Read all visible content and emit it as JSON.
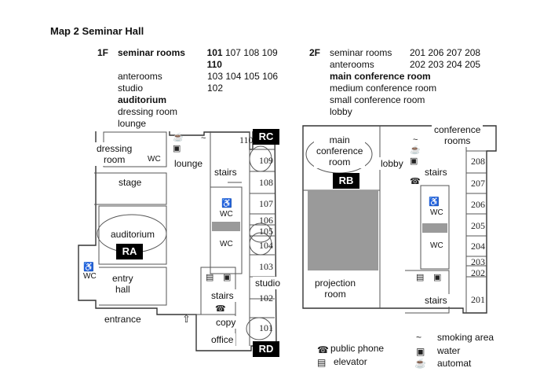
{
  "title": "Map 2   Seminar Hall",
  "floor1": {
    "level": "1F",
    "rows": [
      {
        "label": "seminar rooms",
        "label_bold": true,
        "rooms": [
          "101",
          "107",
          "108",
          "109",
          "110"
        ],
        "bold_rooms": [
          "101",
          "110"
        ]
      },
      {
        "label": "anterooms",
        "label_bold": false,
        "rooms": [
          "103",
          "104",
          "105",
          "106"
        ],
        "bold_rooms": []
      },
      {
        "label": "studio",
        "label_bold": false,
        "rooms": [
          "102"
        ],
        "bold_rooms": []
      },
      {
        "label": "auditorium",
        "label_bold": true,
        "rooms": [],
        "bold_rooms": []
      },
      {
        "label": "dressing room",
        "label_bold": false,
        "rooms": [],
        "bold_rooms": []
      },
      {
        "label": "lounge",
        "label_bold": false,
        "rooms": [],
        "bold_rooms": []
      }
    ]
  },
  "floor2": {
    "level": "2F",
    "rows": [
      {
        "label": "seminar rooms",
        "label_bold": false,
        "rooms": [
          "201",
          "206",
          "207",
          "208"
        ],
        "bold_rooms": []
      },
      {
        "label": "anterooms",
        "label_bold": false,
        "rooms": [
          "202",
          "203",
          "204",
          "205"
        ],
        "bold_rooms": []
      },
      {
        "label": "main conference room",
        "label_bold": true,
        "rooms": [],
        "bold_rooms": []
      },
      {
        "label": "medium conference room",
        "label_bold": false,
        "rooms": [],
        "bold_rooms": []
      },
      {
        "label": "small conference room",
        "label_bold": false,
        "rooms": [],
        "bold_rooms": []
      },
      {
        "label": "lobby",
        "label_bold": false,
        "rooms": [],
        "bold_rooms": []
      }
    ]
  },
  "map1": {
    "labels": {
      "dressing_room": "dressing\nroom",
      "stage": "stage",
      "lounge": "lounge",
      "stairs_top": "stairs",
      "auditorium": "auditorium",
      "entry_hall": "entry\nhall",
      "entrance": "entrance",
      "stairs_bottom": "stairs",
      "copy": "copy",
      "office": "office",
      "studio": "studio",
      "wc1": "WC",
      "wc2": "WC",
      "wc3": "WC",
      "wc4": "WC"
    },
    "room_numbers": [
      "110",
      "109",
      "108",
      "107",
      "106",
      "105",
      "104",
      "103",
      "102",
      "101"
    ],
    "tags": {
      "rc": "RC",
      "ra": "RA",
      "rd": "RD"
    }
  },
  "map2": {
    "labels": {
      "main_conference_room": "main\nconference\nroom",
      "lobby": "lobby",
      "conference_rooms": "conference\nrooms",
      "stairs_top": "stairs",
      "projection_room": "projection\nroom",
      "stairs_bottom": "stairs",
      "wc1": "WC",
      "wc2": "WC"
    },
    "room_numbers": [
      "208",
      "207",
      "206",
      "205",
      "204",
      "203",
      "202",
      "201"
    ],
    "tags": {
      "rb": "RB"
    }
  },
  "legend": {
    "smoking_area": "smoking area",
    "public_phone": "public phone",
    "water": "water",
    "elevator": "elevator",
    "automat": "automat"
  },
  "icons": [
    "smoking-icon",
    "phone-icon",
    "water-icon",
    "elevator-icon",
    "automat-icon",
    "wheelchair-icon",
    "arrow-up-icon"
  ]
}
